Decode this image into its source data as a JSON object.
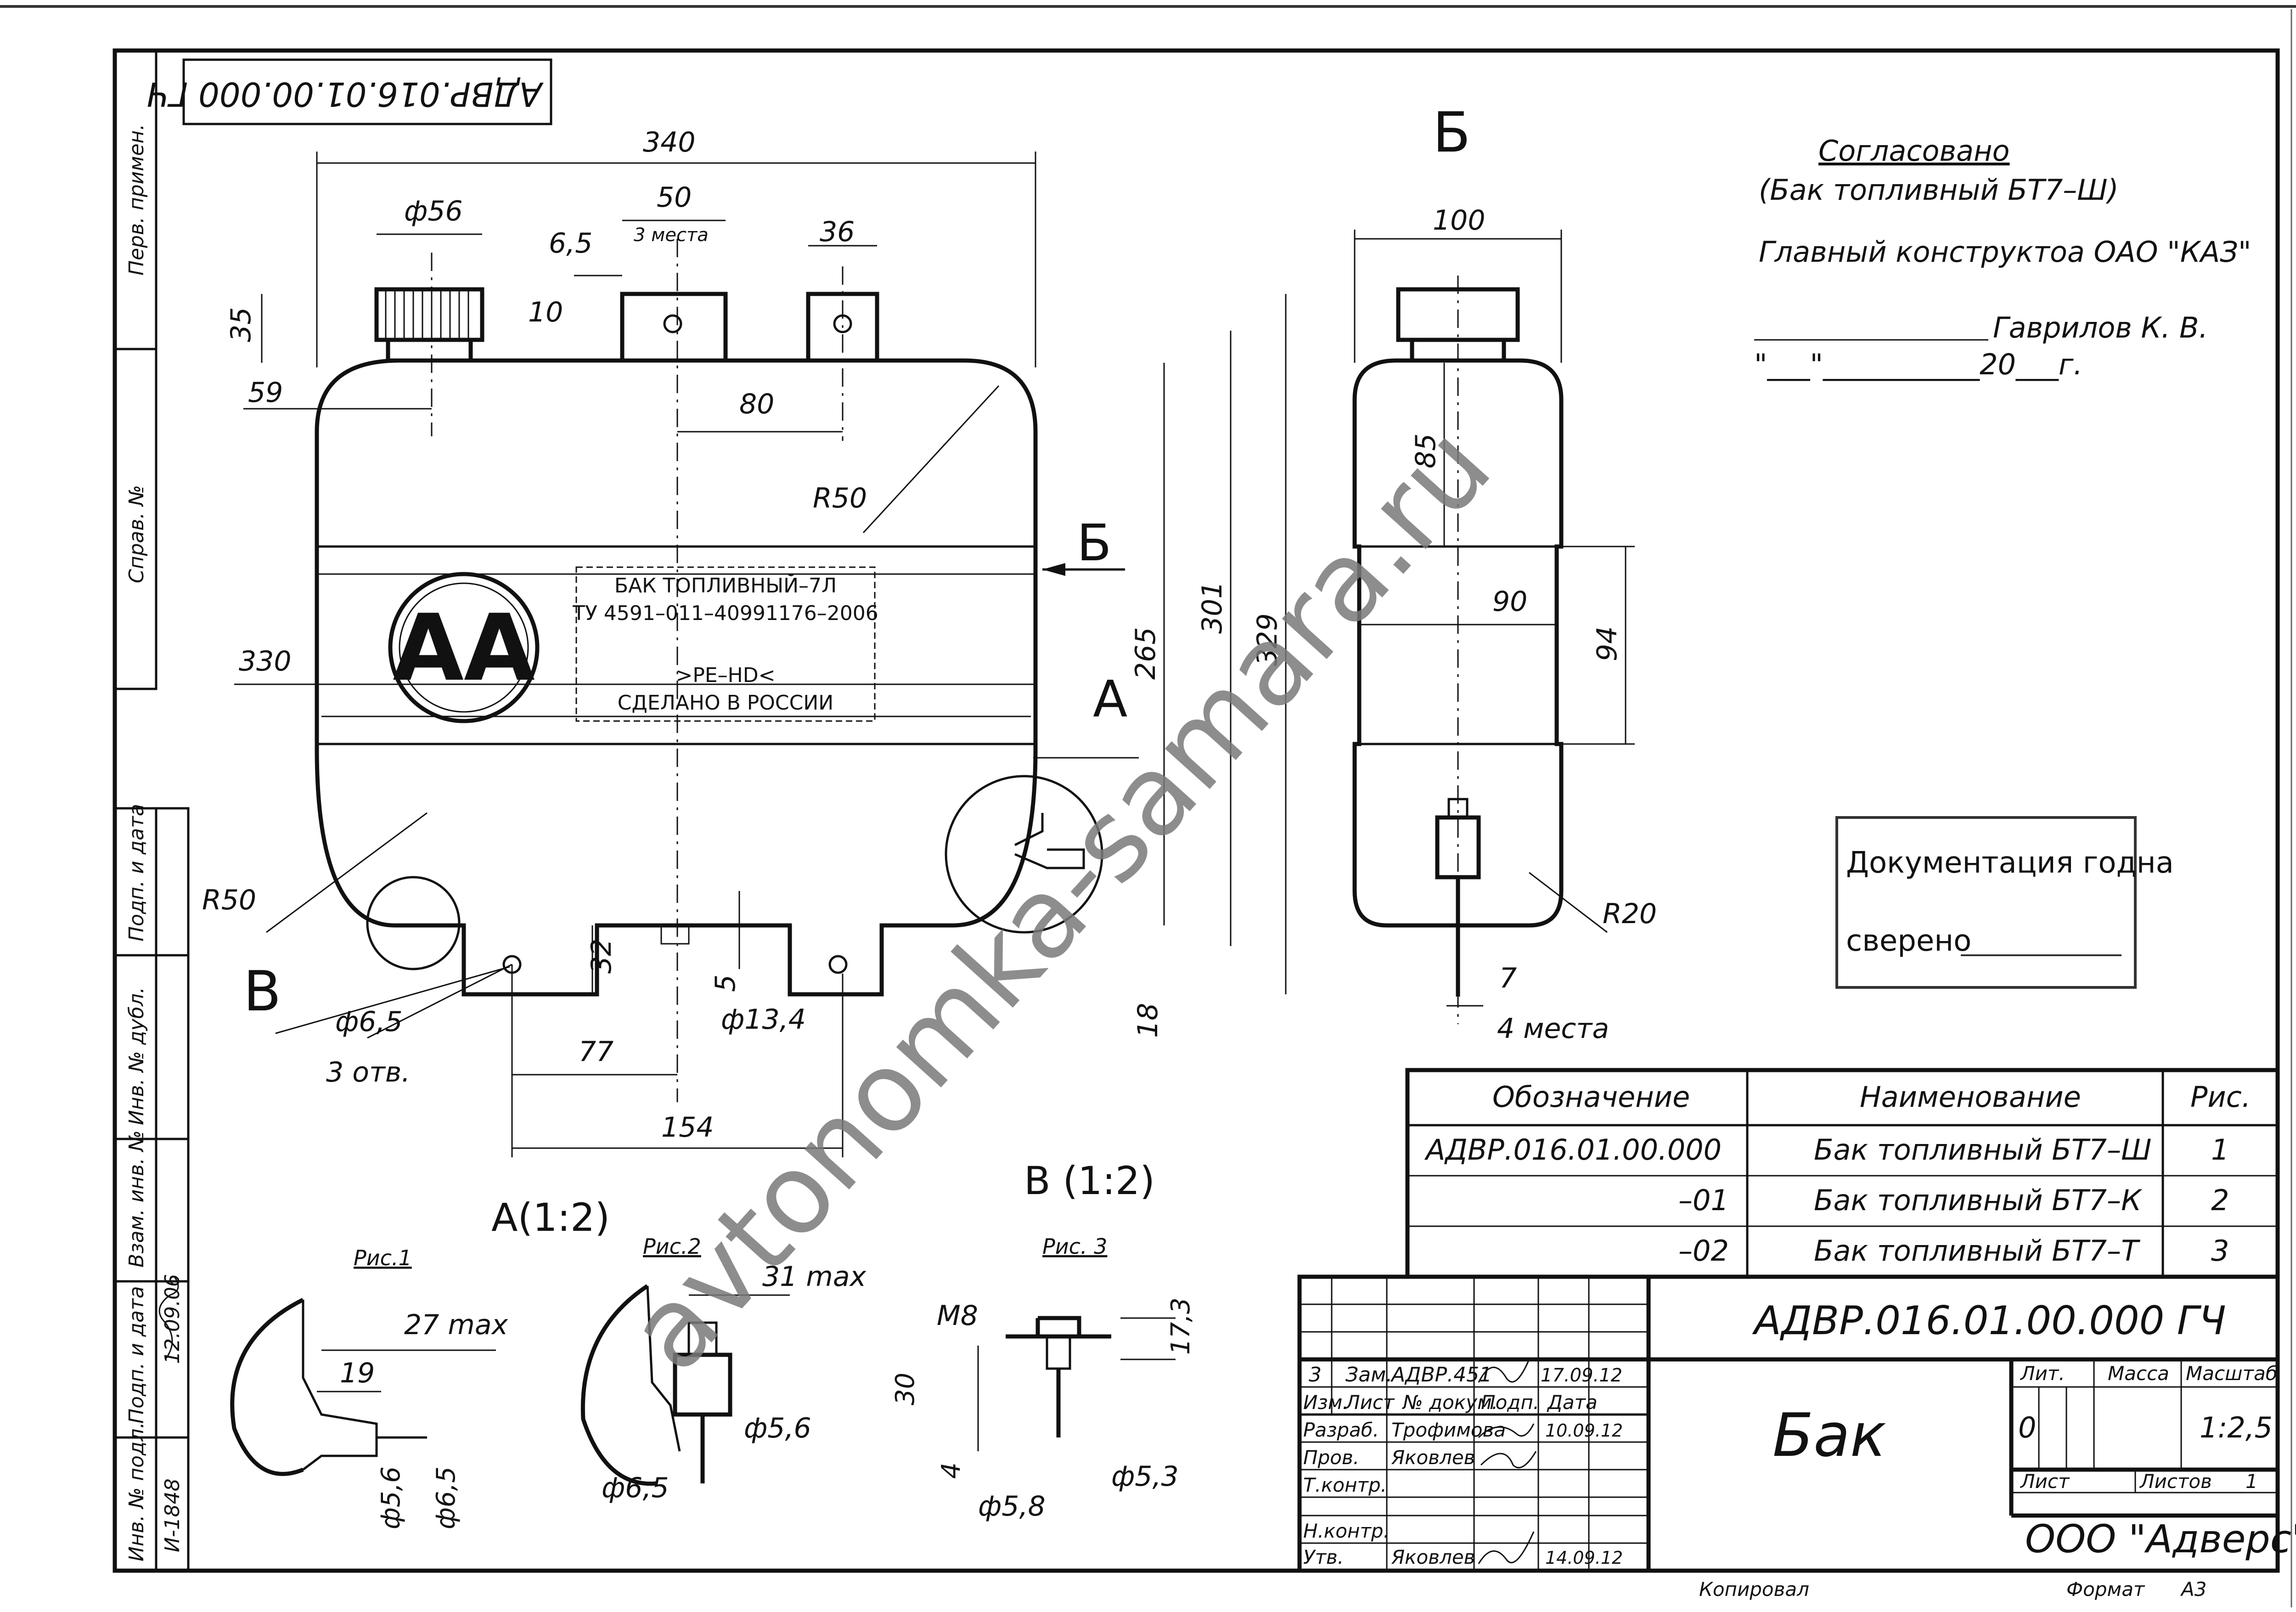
{
  "side_stamp": {
    "ref_designation": "АДВР.016.01.00.000 ГЧ",
    "perv_primen": "Перв. примен.",
    "sprav_no": "Справ. №",
    "podp_data": "Подп. и дата",
    "inv_dubl": "Инв. № дубл.",
    "vzam_inv": "Взам. инв. №",
    "podp_data2": "Подп. и дата",
    "inv_podl": "Инв. № подл.",
    "date_signed": "12.09.06",
    "inv_number": "И-1848"
  },
  "view_front": {
    "dim_340": "340",
    "dim_50": "50",
    "dim_3_mesta": "3 места",
    "dim_d56": "ф56",
    "dim_6_5": "6,5",
    "dim_36": "36",
    "dim_35": "35",
    "dim_10": "10",
    "dim_59": "59",
    "dim_80": "80",
    "dim_r50_top": "R50",
    "dim_330": "330",
    "dim_r50_bottom": "R50",
    "dim_265": "265",
    "dim_301": "301",
    "dim_329": "329",
    "dim_18": "18",
    "dim_32": "32",
    "dim_5": "5",
    "dim_d13_4": "ф13,4",
    "dim_77": "77",
    "dim_154": "154",
    "dim_d6_5": "ф6,5",
    "dim_3_otv": "3 отв.",
    "view_arrow_b": "Б",
    "callout_a": "А",
    "callout_v": "В",
    "label_line1": "БАК ТОПЛИВНЫЙ–7Л",
    "label_line2": "ТУ 4591–011–40991176–2006",
    "label_line3": ">PE–HD<",
    "label_line4": "СДЕЛАНО В РОССИИ",
    "logo": "AA"
  },
  "view_side": {
    "title": "Б",
    "dim_100": "100",
    "dim_85": "85",
    "dim_90": "90",
    "dim_94": "94",
    "dim_r20": "R20",
    "dim_7": "7",
    "dim_4_mesta": "4 места"
  },
  "approval": {
    "agreed": "Согласовано",
    "tank": "(Бак топливный БТ7–Ш)",
    "chief": "Главный конструктоа ОАО \"КАЗ\"",
    "signer": "Гаврилов К. В.",
    "date_line": "\"___\"___________20___г."
  },
  "stamp_box": {
    "line1": "Документация годна",
    "line2": "сверено"
  },
  "details": {
    "a_title": "А(1:2)",
    "v_title": "В (1:2)",
    "fig1": "Рис.1",
    "fig2": "Рис.2",
    "fig3": "Рис. 3",
    "fig1_dim_27": "27 max",
    "fig1_dim_19": "19",
    "fig1_dim_d5_6": "ф5,6",
    "fig1_dim_d6_5": "ф6,5",
    "fig2_dim_31": "31 max",
    "fig2_dim_d5_6": "ф5,6",
    "fig2_dim_d6_5": "ф6,5",
    "fig3_dim_m8": "М8",
    "fig3_dim_17_3": "17,3",
    "fig3_dim_30": "30",
    "fig3_dim_4": "4",
    "fig3_dim_d5_3": "ф5,3",
    "fig3_dim_d5_8": "ф5,8"
  },
  "spec_table": {
    "headers": [
      "Обозначение",
      "Наименование",
      "Рис."
    ],
    "rows": [
      [
        "АДВР.016.01.00.000",
        "Бак топливный БТ7–Ш",
        "1"
      ],
      [
        "–01",
        "Бак топливный БТ7–К",
        "2"
      ],
      [
        "–02",
        "Бак топливный БТ7–Т",
        "3"
      ]
    ]
  },
  "title_block": {
    "designation": "АДВР.016.01.00.000 ГЧ",
    "name": "Бак",
    "rev_num": "3",
    "rev_zam": "Зам.",
    "rev_doc": "АДВР.451",
    "rev_date": "17.09.12",
    "col_izm": "Изм.",
    "col_list": "Лист",
    "col_doc": "№ докум.",
    "col_podp": "Подп.",
    "col_data": "Дата",
    "razrab_label": "Разраб.",
    "razrab_name": "Трофимова",
    "razrab_date": "10.09.12",
    "prov_label": "Пров.",
    "prov_name": "Яковлев",
    "tkontr_label": "Т.контр.",
    "nkontr_label": "Н.контр.",
    "utv_label": "Утв.",
    "utv_name": "Яковлев",
    "utv_date": "14.09.12",
    "lit_label": "Лит.",
    "massa_label": "Масса",
    "scale_label": "Масштаб",
    "lit_value": "0",
    "scale_value": "1:2,5",
    "sheet_label": "Лист",
    "sheets_label": "Листов",
    "sheets_value": "1",
    "company": "ООО \"Адверс\""
  },
  "footer": {
    "copied": "Копировал",
    "format_label": "Формат",
    "format_value": "А3"
  },
  "watermark": "avtonomka-samara.ru"
}
